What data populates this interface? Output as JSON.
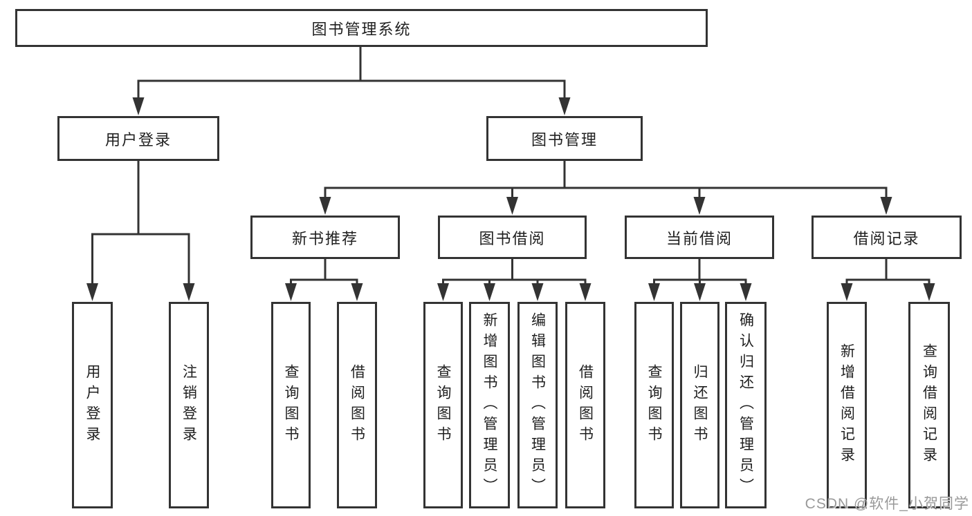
{
  "diagram": {
    "title": "图书管理系统",
    "root": {
      "label": "图书管理系统"
    },
    "level2": [
      {
        "label": "用户登录"
      },
      {
        "label": "图书管理"
      }
    ],
    "level3": [
      {
        "label": "新书推荐",
        "parent": "图书管理"
      },
      {
        "label": "图书借阅",
        "parent": "图书管理"
      },
      {
        "label": "当前借阅",
        "parent": "图书管理"
      },
      {
        "label": "借阅记录",
        "parent": "图书管理"
      }
    ],
    "leaves": [
      {
        "label": "用户登录",
        "parent": "用户登录"
      },
      {
        "label": "注销登录",
        "parent": "用户登录"
      },
      {
        "label": "查询图书",
        "parent": "新书推荐"
      },
      {
        "label": "借阅图书",
        "parent": "新书推荐"
      },
      {
        "label": "查询图书",
        "parent": "图书借阅"
      },
      {
        "label": "新增图书（管理员）",
        "parent": "图书借阅"
      },
      {
        "label": "编辑图书（管理员）",
        "parent": "图书借阅"
      },
      {
        "label": "借阅图书",
        "parent": "图书借阅"
      },
      {
        "label": "查询图书",
        "parent": "当前借阅"
      },
      {
        "label": "归还图书",
        "parent": "当前借阅"
      },
      {
        "label": "确认归还（管理员）",
        "parent": "当前借阅"
      },
      {
        "label": "新增借阅记录",
        "parent": "借阅记录"
      },
      {
        "label": "查询借阅记录",
        "parent": "借阅记录"
      }
    ],
    "watermark": "CSDN @软件_小贺同学",
    "colors": {
      "line": "#333333",
      "box_border": "#333333",
      "text": "#1f1f1f",
      "background": "#ffffff",
      "watermark": "#999999"
    }
  }
}
